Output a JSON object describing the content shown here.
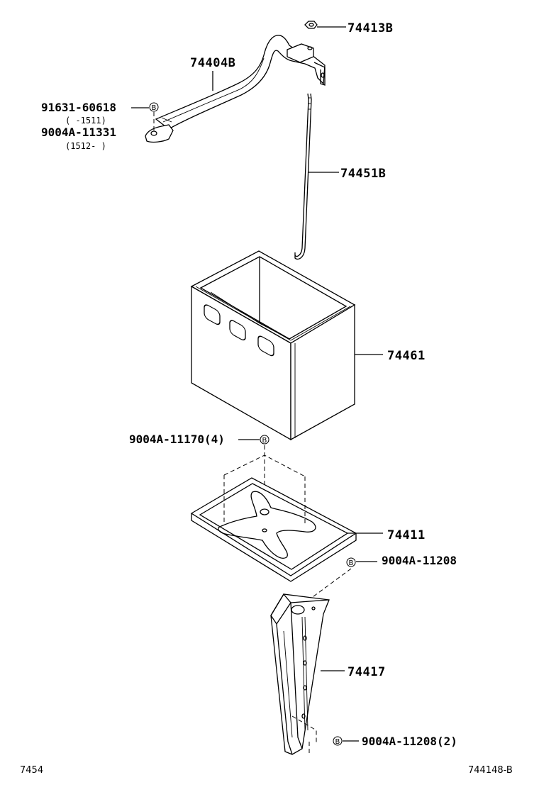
{
  "labels": {
    "nut_top": "74413B",
    "clamp": "74404B",
    "bolt_a": "91631-60618",
    "bolt_a_range": "(     -1511)",
    "bolt_b": "9004A-11331",
    "bolt_b_range": "(1512-     )",
    "rod": "74451B",
    "box": "74461",
    "tray_bolt": "9004A-11170(4)",
    "tray": "74411",
    "bracket_bolt": "9004A-11208",
    "bracket": "74417",
    "bracket_bolt_2": "9004A-11208(2)"
  },
  "marker_letter": "B",
  "corner_left": "7454",
  "corner_right": "744148-B"
}
